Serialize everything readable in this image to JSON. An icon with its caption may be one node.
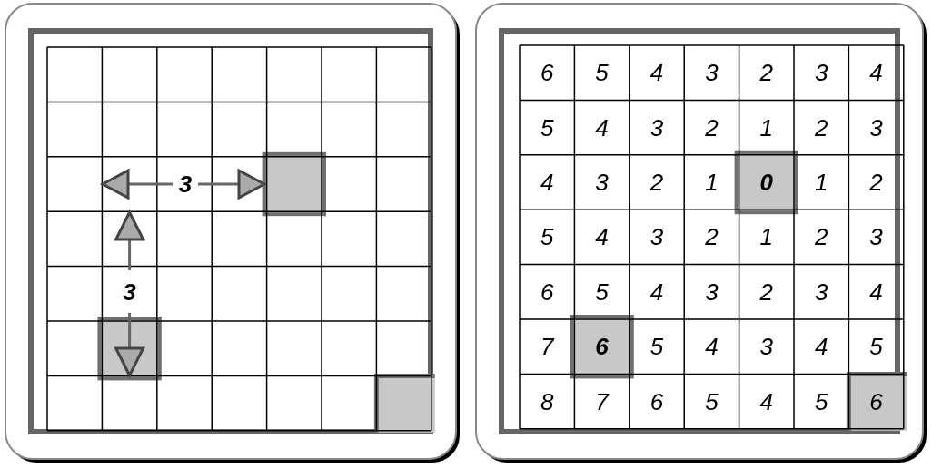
{
  "diagram": {
    "labels": [
      "3",
      "3",
      "6",
      "5",
      "4",
      "3",
      "2",
      "3",
      "4",
      "5",
      "4",
      "3",
      "2",
      "1",
      "2",
      "3",
      "4",
      "3",
      "2",
      "1",
      "0",
      "1",
      "2",
      "5",
      "4",
      "3",
      "2",
      "1",
      "2",
      "3",
      "6",
      "5",
      "4",
      "3",
      "2",
      "3",
      "4",
      "7",
      "6",
      "5",
      "4",
      "3",
      "4",
      "5",
      "8",
      "7",
      "6",
      "5",
      "4",
      "5",
      "6"
    ]
  }
}
